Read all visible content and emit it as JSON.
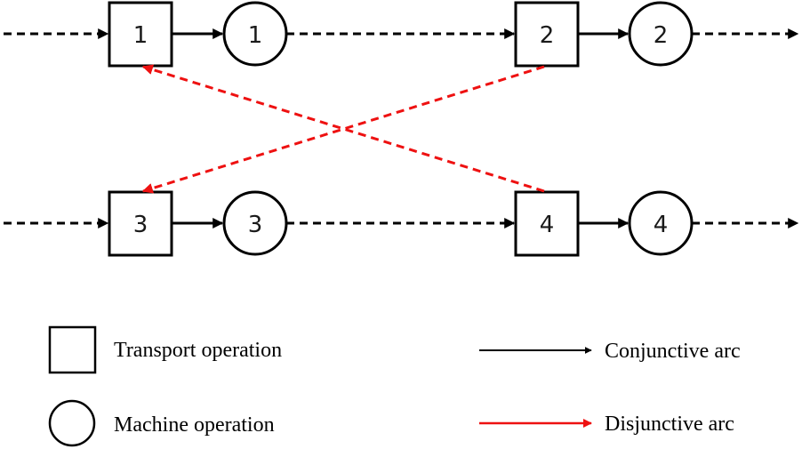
{
  "colors": {
    "conjunctive": "#000000",
    "disjunctive": "#ee1111",
    "node_stroke": "#000000"
  },
  "rows": [
    {
      "nodes": [
        {
          "type": "transport",
          "label": "1"
        },
        {
          "type": "machine",
          "label": "1"
        },
        {
          "type": "transport",
          "label": "2"
        },
        {
          "type": "machine",
          "label": "2"
        }
      ]
    },
    {
      "nodes": [
        {
          "type": "transport",
          "label": "3"
        },
        {
          "type": "machine",
          "label": "3"
        },
        {
          "type": "transport",
          "label": "4"
        },
        {
          "type": "machine",
          "label": "4"
        }
      ]
    }
  ],
  "disjunctive_arcs": [
    {
      "from": "transport-4",
      "to": "transport-1"
    },
    {
      "from": "transport-2",
      "to": "transport-3"
    }
  ],
  "legend": {
    "transport": "Transport operation",
    "machine": "Machine operation",
    "conjunctive": "Conjunctive arc",
    "disjunctive": "Disjunctive arc"
  }
}
